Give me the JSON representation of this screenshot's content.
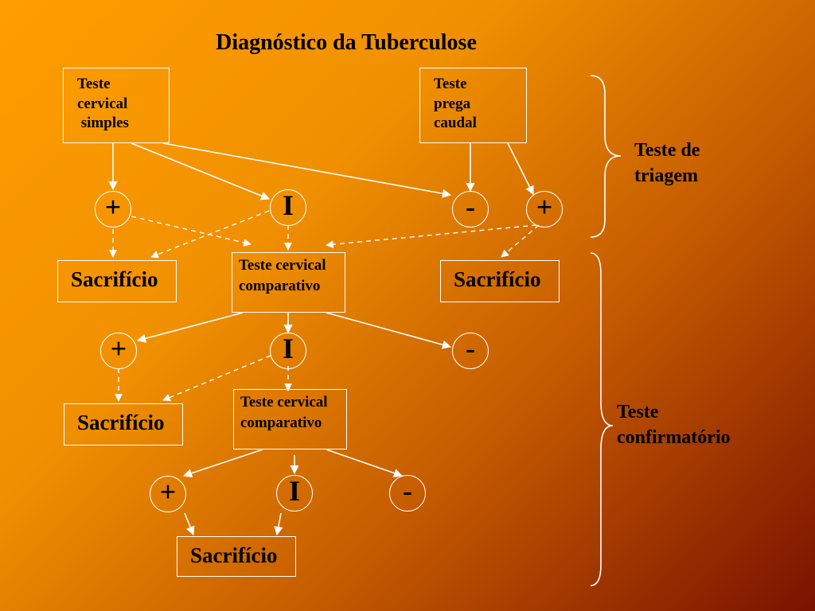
{
  "title": "Diagnóstico da Tuberculose",
  "boxes": {
    "cervical_simples": [
      "Teste",
      "cervical",
      " simples"
    ],
    "prega_caudal": [
      "Teste",
      "prega",
      "caudal"
    ],
    "comparativo_1": [
      "Teste cervical",
      "comparativo"
    ],
    "comparativo_2": [
      "Teste cervical",
      "comparativo"
    ],
    "sacrificio": "Sacrifício"
  },
  "symbols": {
    "positive": "+",
    "inconclusive": "I",
    "negative": "-"
  },
  "side_labels": {
    "triagem": [
      "Teste de",
      "triagem"
    ],
    "confirmatorio": [
      "Teste",
      "confirmatório"
    ]
  }
}
